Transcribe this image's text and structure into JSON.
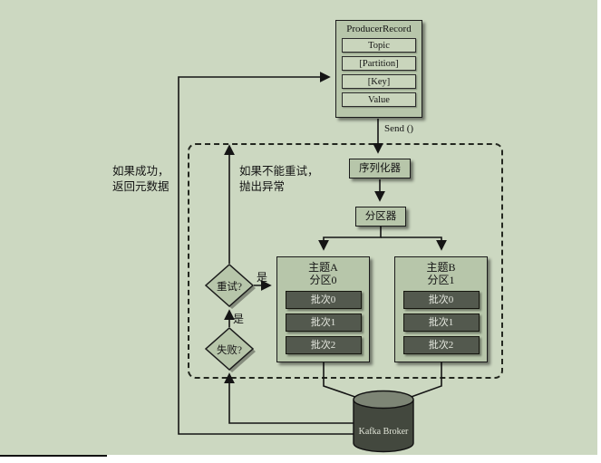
{
  "colors": {
    "background": "#ccd8c1",
    "box_fill": "#b7c6aa",
    "batch_fill": "#53594e",
    "batch_text": "#e6e9e0",
    "broker_body": "#43483e",
    "broker_top": "#7d8575",
    "line": "#151515"
  },
  "producer_record": {
    "title": "ProducerRecord",
    "fields": [
      "Topic",
      "[Partition]",
      "[Key]",
      "Value"
    ]
  },
  "flow": {
    "send_label": "Send ()",
    "serializer_label": "序列化器",
    "partitioner_label": "分区器"
  },
  "notes": {
    "success_line1": "如果成功，",
    "success_line2": "返回元数据",
    "exception_line1": "如果不能重试，",
    "exception_line2": "抛出异常"
  },
  "decisions": {
    "retry_label": "重试?",
    "fail_label": "失败?",
    "retry_yes": "是",
    "fail_yes": "是"
  },
  "topics": [
    {
      "name": "主题A",
      "partition": "分区0",
      "batches": [
        "批次0",
        "批次1",
        "批次2"
      ]
    },
    {
      "name": "主题B",
      "partition": "分区1",
      "batches": [
        "批次0",
        "批次1",
        "批次2"
      ]
    }
  ],
  "broker": {
    "label": "Kafka Broker"
  }
}
